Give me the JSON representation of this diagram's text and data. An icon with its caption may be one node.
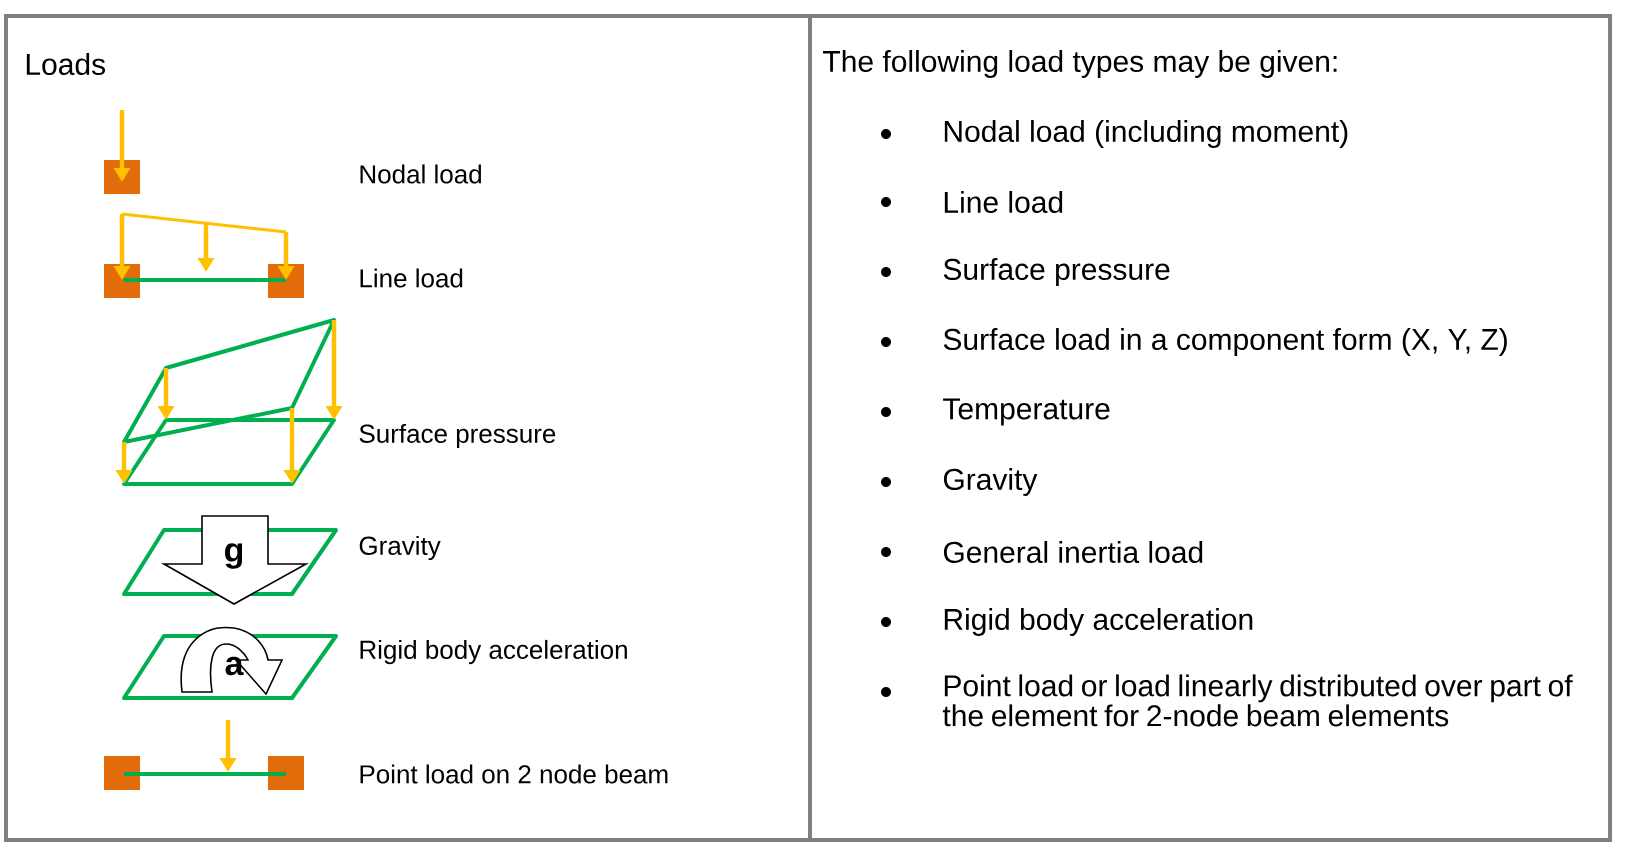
{
  "diagram": {
    "labels": [
      "Loads",
      "Nodal load",
      "Line load",
      "Surface pressure",
      "g",
      "Gravity",
      "a",
      "Rigid body acceleration",
      "Point load on 2 node beam",
      "The following load types may be given:",
      "Nodal load (including moment)",
      "Line load",
      "Surface pressure",
      "Surface load in a component form (X, Y, Z)",
      "Temperature",
      "Gravity",
      "General inertia load",
      "Rigid body acceleration",
      "Point load or load linearly distributed over part of the element for 2-node beam elements"
    ]
  }
}
